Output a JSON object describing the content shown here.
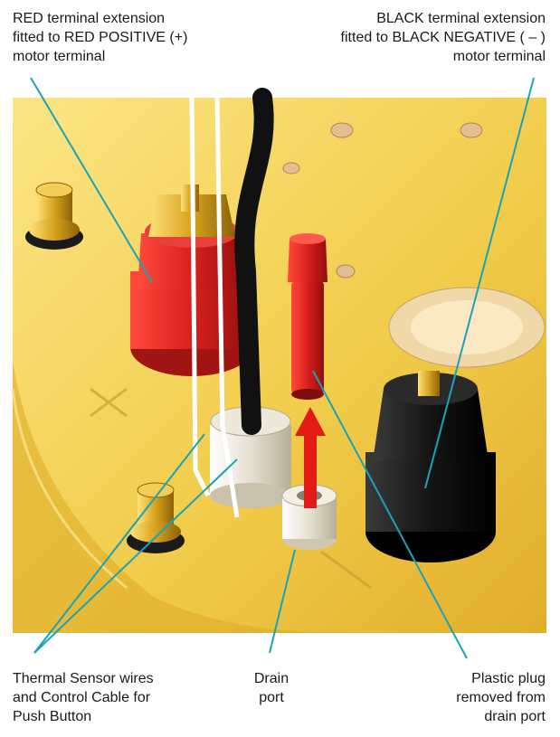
{
  "labels": {
    "red_terminal": "RED terminal extension\nfitted to RED POSITIVE (+)\nmotor terminal",
    "black_terminal": "BLACK terminal extension\nfitted to BLACK NEGATIVE ( – )\nmotor terminal",
    "thermal_sensor": "Thermal Sensor wires\nand Control Cable for\nPush Button",
    "drain_port": "Drain\nport",
    "plastic_plug": "Plastic plug\nremoved from\ndrain port"
  },
  "colors": {
    "plate_light": "#f7d96a",
    "plate_mid": "#eec33d",
    "plate_dark": "#c9971c",
    "terminal_red": "#d8201e",
    "terminal_black": "#111111",
    "callout_line": "#1aa3b8",
    "arrow": "#e31b17"
  },
  "icons": {
    "lift_arrow": "arrow-up-icon"
  }
}
